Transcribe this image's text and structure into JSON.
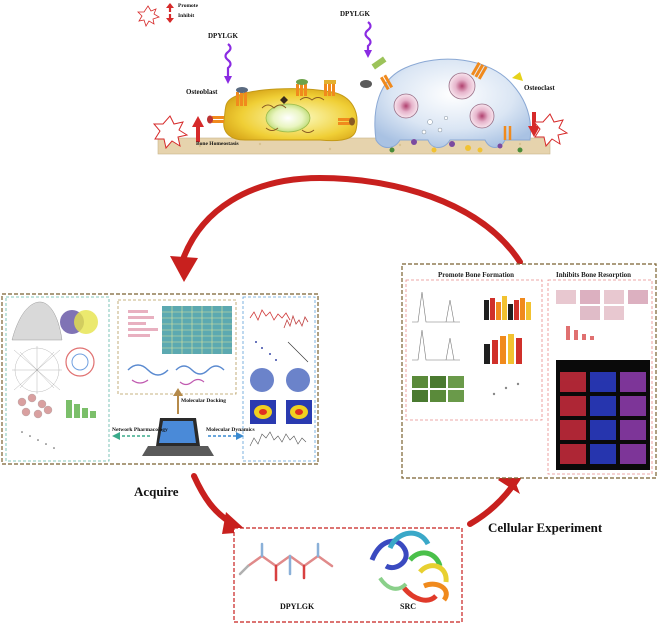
{
  "legend": {
    "promote": "Promote",
    "inhibit": "Inhibit"
  },
  "top": {
    "peptide_left": "DPYLGK",
    "peptide_right": "DPYLGK",
    "osteoblast": "Osteoblast",
    "osteoclast": "Osteoclast",
    "bone_homeostasis": "Bone Homeostasis"
  },
  "left_panel": {
    "network_pharmacology": "Network Pharmacology",
    "molecular_docking": "Molecular Docking",
    "molecular_dynamics": "Molecular Dynamics"
  },
  "right_panel": {
    "promote_bone_formation": "Promote Bone Formation",
    "inhibits_bone_resorption": "Inhibits Bone Resorption"
  },
  "bottom": {
    "peptide": "DPYLGK",
    "protein": "SRC"
  },
  "cycle": {
    "acquire": "Acquire",
    "cellular_experiment": "Cellular Experiment"
  },
  "colors": {
    "arrow_red": "#c8201e",
    "osteoblast_yellow": "#f1d23c",
    "osteoclast_blue": "#c9d9ee",
    "bone_tan": "#e6d3ad"
  }
}
